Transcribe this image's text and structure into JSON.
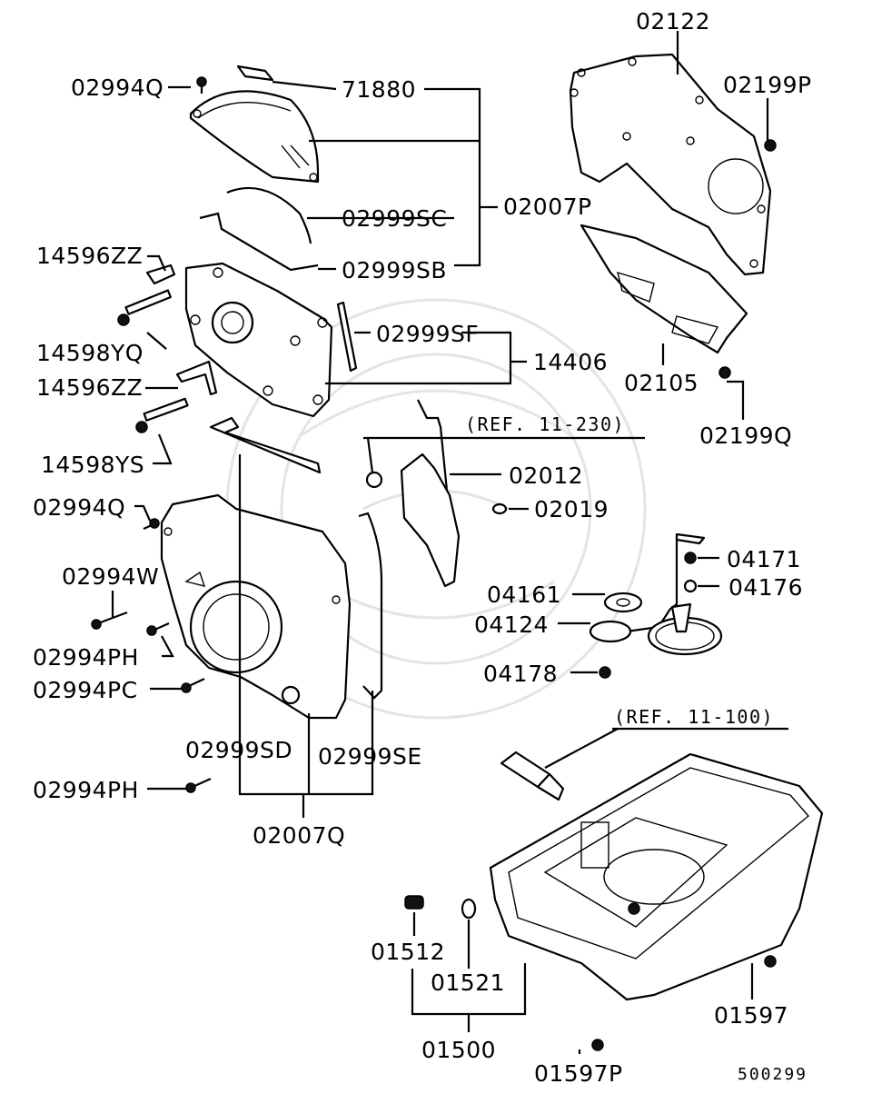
{
  "diagram": {
    "part_labels": {
      "p02122": "02122",
      "p02994Q_top": "02994Q",
      "p71880": "71880",
      "p02199P": "02199P",
      "p02007P": "02007P",
      "p02999SC": "02999SC",
      "p14596ZZ_top": "14596ZZ",
      "p02999SB": "02999SB",
      "p14598YQ": "14598YQ",
      "p02999SF": "02999SF",
      "p14406": "14406",
      "p02105": "02105",
      "p14596ZZ_mid": "14596ZZ",
      "p02199Q": "02199Q",
      "p14598YS": "14598YS",
      "p02012": "02012",
      "p02994Q_mid": "02994Q",
      "p02019": "02019",
      "p04171": "04171",
      "p02994W": "02994W",
      "p04161": "04161",
      "p04176": "04176",
      "p04124": "04124",
      "p02994PH_mid": "02994PH",
      "p04178": "04178",
      "p02994PC": "02994PC",
      "p02999SD": "02999SD",
      "p02999SE": "02999SE",
      "p02994PH_low": "02994PH",
      "p02007Q": "02007Q",
      "p01512": "01512",
      "p01521": "01521",
      "p01597": "01597",
      "p01500": "01500",
      "p01597P": "01597P"
    },
    "references": {
      "ref_upper": "(REF. 11-230)",
      "ref_lower": "(REF. 11-100)"
    },
    "drawing_code": "500299"
  }
}
